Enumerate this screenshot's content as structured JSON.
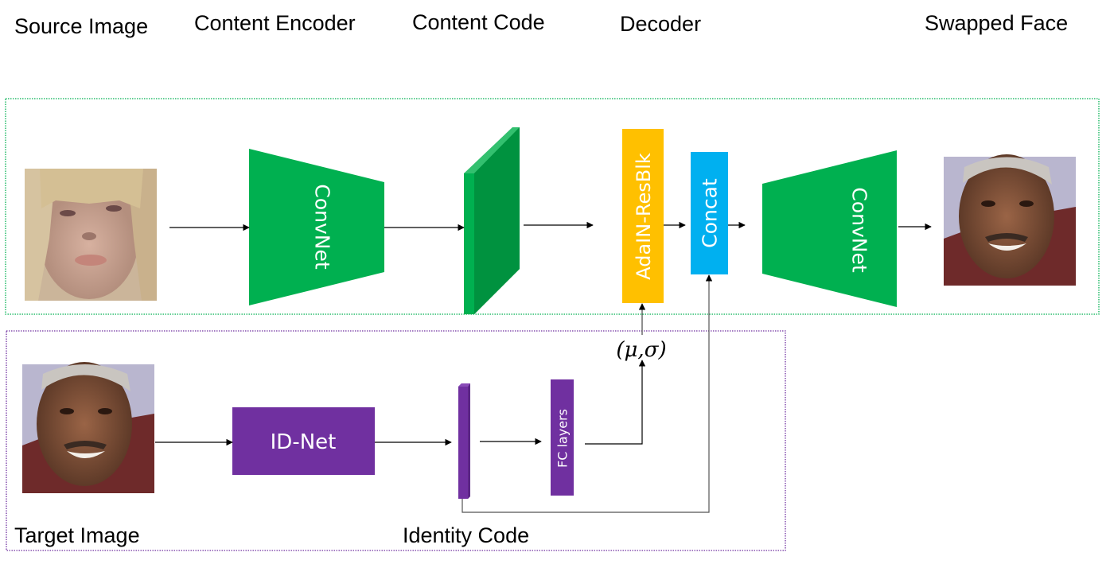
{
  "headers": {
    "source_image": "Source Image",
    "content_encoder": "Content Encoder",
    "content_code": "Content Code",
    "decoder": "Decoder",
    "swapped_face": "Swapped Face",
    "target_image": "Target Image",
    "identity_code": "Identity Code"
  },
  "blocks": {
    "encoder": "ConvNet",
    "adain": "AdaIN-ResBlk",
    "concat": "Concat",
    "decoder": "ConvNet",
    "id_net": "ID-Net",
    "fc": "FC layers"
  },
  "params_label": "(μ,σ)",
  "images": {
    "source": "source-face-photo",
    "target": "target-face-photo",
    "swapped": "swapped-face-photo"
  },
  "colors": {
    "green": "#00b050",
    "green_dark": "#00923f",
    "green_light": "#33c06f",
    "yellow": "#ffc000",
    "blue": "#00b0f0",
    "purple": "#7030a0",
    "purple_dark": "#5d2787",
    "green_border": "#00b050",
    "purple_border": "#7030a0"
  }
}
